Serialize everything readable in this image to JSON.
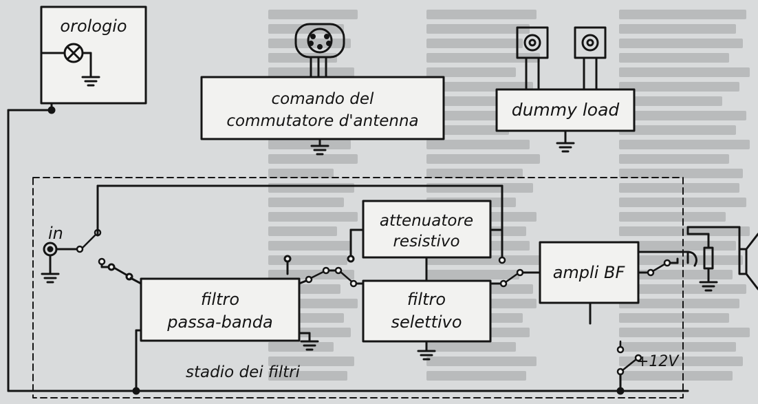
{
  "diagram": {
    "blocks": {
      "orologio": "orologio",
      "comando_line1": "comando del",
      "comando_line2": "commutatore d'antenna",
      "dummy_load": "dummy load",
      "attenuatore_line1": "attenuatore",
      "attenuatore_line2": "resistivo",
      "filtro_pb_line1": "filtro",
      "filtro_pb_line2": "passa-banda",
      "filtro_sel_line1": "filtro",
      "filtro_sel_line2": "selettivo",
      "ampli_bf": "ampli BF"
    },
    "labels": {
      "input": "in",
      "supply": "+12V",
      "stage": "stadio dei filtri"
    }
  },
  "colors": {
    "ink": "#141414",
    "paper": "#d9dbdc",
    "box_fill": "#f2f2f0",
    "background_text": "#b9bbbc"
  }
}
